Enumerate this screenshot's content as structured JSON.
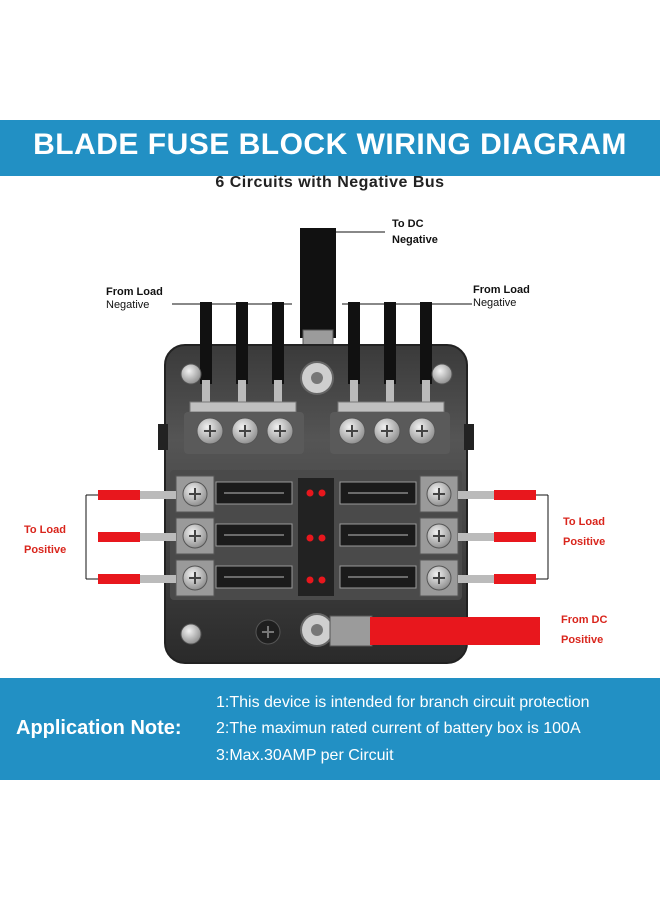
{
  "header": {
    "title": "BLADE FUSE BLOCK WIRING DIAGRAM",
    "subtitle": "6 Circuits with Negative Bus"
  },
  "labels": {
    "to_dc_negative": [
      "To DC",
      "Negative"
    ],
    "from_load_negative_left": [
      "From Load",
      "Negative"
    ],
    "from_load_negative_right": [
      "From Load",
      "Negative"
    ],
    "to_load_positive": [
      "To Load",
      "Positive"
    ],
    "to_load_positive_right": [
      "To Load",
      "Positive"
    ],
    "from_dc_positive": [
      "From DC",
      "Positive"
    ]
  },
  "application_note": {
    "label": "Application Note:",
    "items": [
      "1:This device is intended for branch circuit protection",
      "2:The maximun rated current of battery box is 100A",
      "3:Max.30AMP per Circuit"
    ]
  },
  "colors": {
    "banner": "#2290c4",
    "wire_red": "#e8171d",
    "wire_black": "#111111",
    "label_red": "#d9251c"
  }
}
